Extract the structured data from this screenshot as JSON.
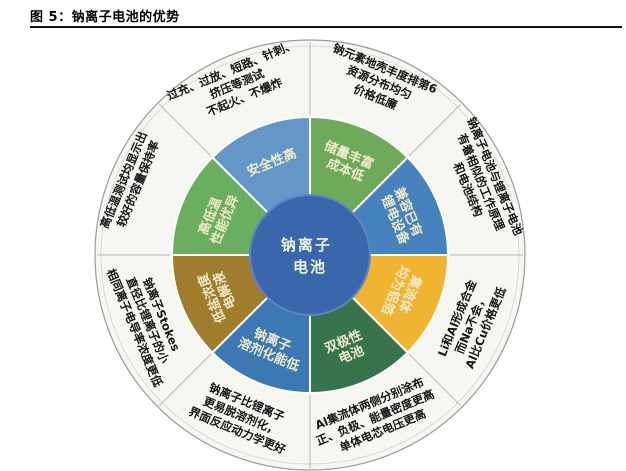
{
  "title": "图 5：钠离子电池的优势",
  "center": {
    "line1": "钠离子",
    "line2": "电池"
  },
  "colors": {
    "ring_bg": "#f6f6f3",
    "ring_border": "#9a9a96",
    "ring_inner_line": "#d9d9d4",
    "divider": "#b9b9b3",
    "center": "#3A66AC",
    "center_rim": "#5E86C4",
    "center_text": "#EDF2DC",
    "segment_label_text": "#EFEACA",
    "note_text": "#141414"
  },
  "segments": [
    {
      "id": "safety",
      "color": "#6496C8",
      "label_lines": [
        "安全性高"
      ],
      "note_lines": [
        "过充、过放、短路、针刺、",
        "挤压等测试",
        "不起火、不爆炸"
      ]
    },
    {
      "id": "abundance",
      "color": "#6EAA5A",
      "label_lines": [
        "储量丰富",
        "成本低"
      ],
      "note_lines": [
        "钠元素地壳丰度排第6",
        "资源分布均匀",
        "价格低廉"
      ]
    },
    {
      "id": "compatibility",
      "color": "#4682BE",
      "label_lines": [
        "兼容已有",
        "锂电设备"
      ],
      "note_lines": [
        "钠离子电池与锂离子电池",
        "有着相似的工作原理",
        "和电池结构"
      ]
    },
    {
      "id": "al-collector",
      "color": "#F0B432",
      "label_lines": [
        "集流体",
        "均为铝箔"
      ],
      "note_lines": [
        "Li和Al形成合金",
        "而Na不会，",
        "Al比Cu价格更低"
      ]
    },
    {
      "id": "bipolar",
      "color": "#37734B",
      "label_lines": [
        "双极性",
        "电池"
      ],
      "note_lines": [
        "Al集流体两侧分别涂布",
        "正、负极、能量密度更高",
        "单体电芯电压更高"
      ]
    },
    {
      "id": "solvation",
      "color": "#3C78B4",
      "label_lines": [
        "钠离子",
        "溶剂化能低"
      ],
      "note_lines": [
        "钠离子比锂离子",
        "更易脱溶剂化，",
        "界面反应动力学更好"
      ]
    },
    {
      "id": "electrolyte",
      "color": "#A07D2D",
      "label_lines": [
        "低盐浓度",
        "电解液"
      ],
      "note_lines": [
        "钠离子Stokes",
        "直径比锂离子的小",
        "相同离子电导率浓度更低"
      ]
    },
    {
      "id": "temperature",
      "color": "#69AF5F",
      "label_lines": [
        "高低温",
        "性能优异"
      ],
      "note_lines": [
        "高低温测试均显示出",
        "较好的容量保持率"
      ]
    }
  ]
}
